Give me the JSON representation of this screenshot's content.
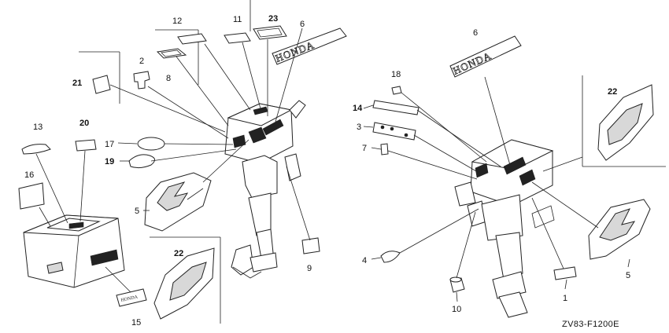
{
  "diagram_code": "ZV83-F1200E",
  "brand_text": "HONDA",
  "left_callouts": {
    "n2": "2",
    "n5": "5",
    "n6": "6",
    "n8": "8",
    "n9": "9",
    "n11": "11",
    "n12": "12",
    "n13": "13",
    "n15": "15",
    "n16": "16",
    "n17": "17",
    "n19": "19",
    "n20": "20",
    "n21": "21",
    "n22": "22",
    "n23": "23"
  },
  "right_callouts": {
    "n1": "1",
    "n3": "3",
    "n4": "4",
    "n5": "5",
    "n6": "6",
    "n7": "7",
    "n10": "10",
    "n14": "14",
    "n18": "18",
    "n22": "22"
  },
  "bold_callouts": [
    "14",
    "19",
    "20",
    "21",
    "22",
    "23"
  ],
  "colors": {
    "ink": "#222222",
    "background": "#ffffff",
    "fill_grey": "#d8d8d8"
  }
}
